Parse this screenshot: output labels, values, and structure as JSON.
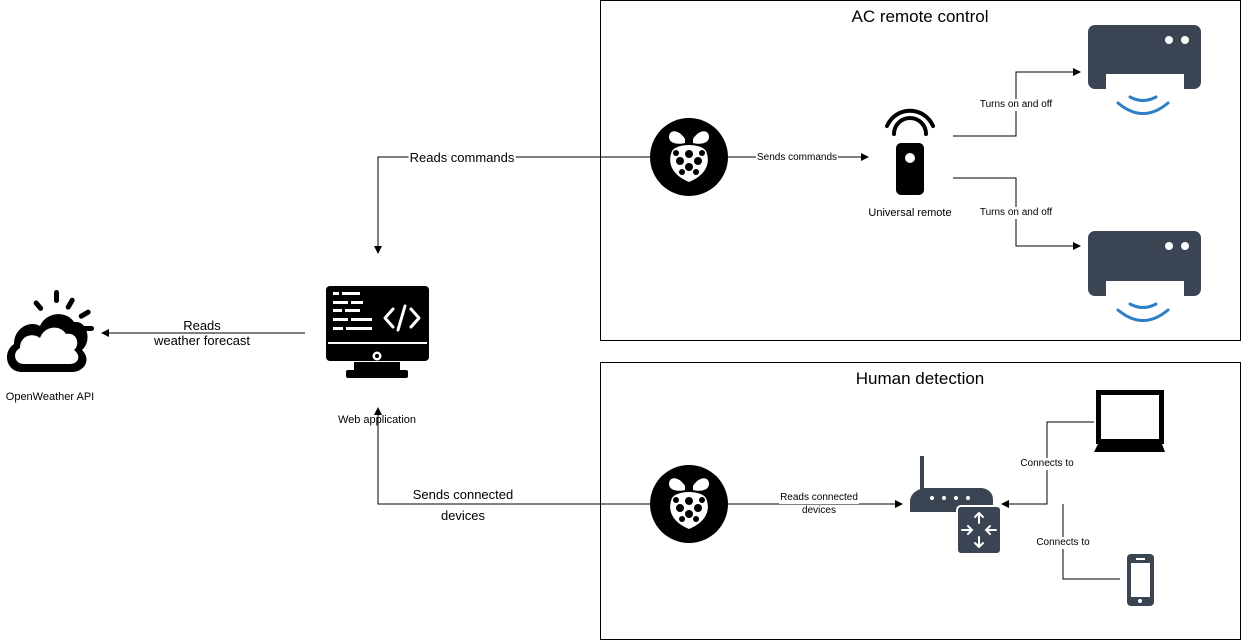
{
  "groups": {
    "ac": {
      "title": "AC remote control"
    },
    "human": {
      "title": "Human detection"
    }
  },
  "nodes": {
    "openweather": {
      "label": "OpenWeather API",
      "icon": "weather-cloud-icon"
    },
    "webapp": {
      "label": "Web application",
      "icon": "web-application-monitor-icon"
    },
    "pi_ac": {
      "icon": "raspberry-pi-icon"
    },
    "pi_human": {
      "icon": "raspberry-pi-icon"
    },
    "remote": {
      "label": "Universal remote",
      "icon": "remote-control-icon"
    },
    "ac_unit_top": {
      "icon": "air-conditioner-icon"
    },
    "ac_unit_bottom": {
      "icon": "air-conditioner-icon"
    },
    "router": {
      "icon": "wifi-router-icon"
    },
    "computer": {
      "icon": "computer-monitor-icon"
    },
    "phone": {
      "icon": "smartphone-icon"
    }
  },
  "edges": {
    "reads_commands": "Reads commands",
    "reads_weather_line1": "Reads",
    "reads_weather_line2": "weather forecast",
    "sends_commands": "Sends commands",
    "turns_on_off_top": "Turns on and off",
    "turns_on_off_bottom": "Turns on and off",
    "sends_connected_line1": "Sends connected",
    "sends_connected_line2": "devices",
    "reads_connected_line1": "Reads connected",
    "reads_connected_line2": "devices",
    "connects_to_computer": "Connects to",
    "connects_to_phone": "Connects to"
  },
  "colors": {
    "ac_body": "#3a4453",
    "ac_wave": "#2f7fc6",
    "icon_dark": "#000000"
  }
}
